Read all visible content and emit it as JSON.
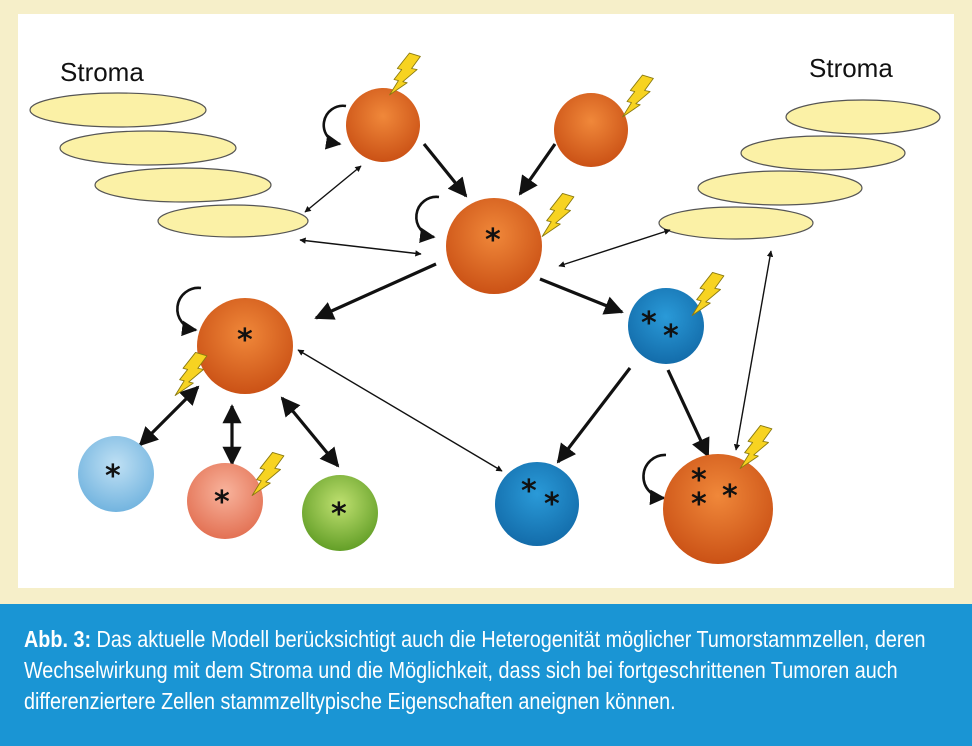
{
  "labels": {
    "stroma_left": "Stroma",
    "stroma_right": "Stroma"
  },
  "stars": {
    "s1": "*",
    "s2": "*",
    "s3": "*",
    "s4": "*",
    "s5": "*",
    "s6": "*",
    "s7": "*",
    "s8": "*",
    "s9": "*",
    "s10": "*",
    "s11": "*",
    "s12": "*",
    "s13": "*"
  },
  "caption": {
    "label": "Abb. 3:",
    "text": " Das aktuelle Modell berücksichtigt auch die Heterogenität möglicher Tumorstammzellen, deren Wechselwirkung mit dem Stroma und die Möglichkeit, dass sich bei fortgeschrittenen Tumoren auch differenziertere Zellen stammzelltypische Eigenschaften aneignen können."
  },
  "colors": {
    "background": "#f6efc9",
    "caption_bg": "#1a95d4",
    "caption_text": "#ffffff",
    "stroma_fill": "#fbf1a6",
    "orange_cell": "#e8742a",
    "blue_cell": "#1c86c6",
    "light_blue_cell": "#8fc7e8",
    "salmon_cell": "#f08f74",
    "green_cell": "#8cbf3c",
    "lightning": "#f5d21e"
  },
  "icons": [
    "lightning-bolt-icon",
    "self-renewal-arrow-icon"
  ]
}
